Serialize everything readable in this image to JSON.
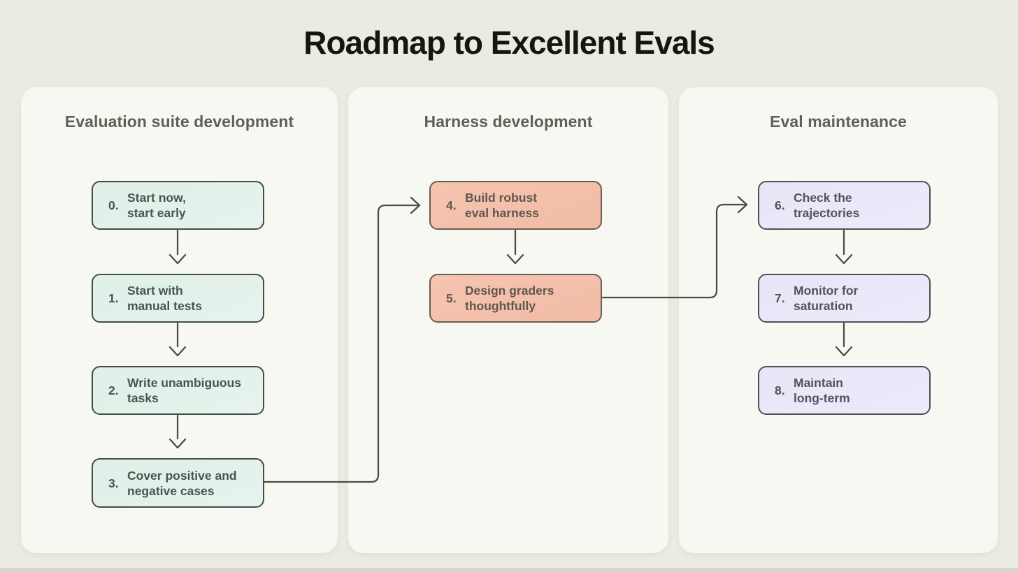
{
  "title": "Roadmap to Excellent Evals",
  "columns": [
    {
      "header": "Evaluation suite development",
      "accent_fill": "#E3F0EA",
      "accent_border": "#414E45",
      "text_color": "#4A554E",
      "boxes": [
        {
          "num": "0.",
          "lines": [
            "Start now,",
            "start early"
          ]
        },
        {
          "num": "1.",
          "lines": [
            "Start with",
            "manual tests"
          ]
        },
        {
          "num": "2.",
          "lines": [
            "Write unambiguous",
            "tasks"
          ]
        },
        {
          "num": "3.",
          "lines": [
            "Cover positive and",
            "negative cases"
          ]
        }
      ]
    },
    {
      "header": "Harness development",
      "accent_fill": "#F4C1AC",
      "accent_border": "#6A5D52",
      "text_color": "#5F584E",
      "boxes": [
        {
          "num": "4.",
          "lines": [
            "Build robust",
            "eval harness"
          ]
        },
        {
          "num": "5.",
          "lines": [
            "Design graders",
            "thoughtfully"
          ]
        }
      ]
    },
    {
      "header": "Eval maintenance",
      "accent_fill": "#E9E5F8",
      "accent_border": "#504F58",
      "text_color": "#52525C",
      "boxes": [
        {
          "num": "6.",
          "lines": [
            "Check the",
            "trajectories"
          ]
        },
        {
          "num": "7.",
          "lines": [
            "Monitor for",
            "saturation"
          ]
        },
        {
          "num": "8.",
          "lines": [
            "Maintain",
            "long-term"
          ]
        }
      ]
    }
  ],
  "flow": [
    "0->1",
    "1->2",
    "2->3",
    "3->4",
    "4->5",
    "5->6",
    "6->7",
    "7->8"
  ],
  "colors": {
    "page_background": "#EBECE1",
    "card_background": "#F8F8F2",
    "connector": "#4A4B45",
    "title_text": "#14170E",
    "header_text": "#5C6257"
  }
}
